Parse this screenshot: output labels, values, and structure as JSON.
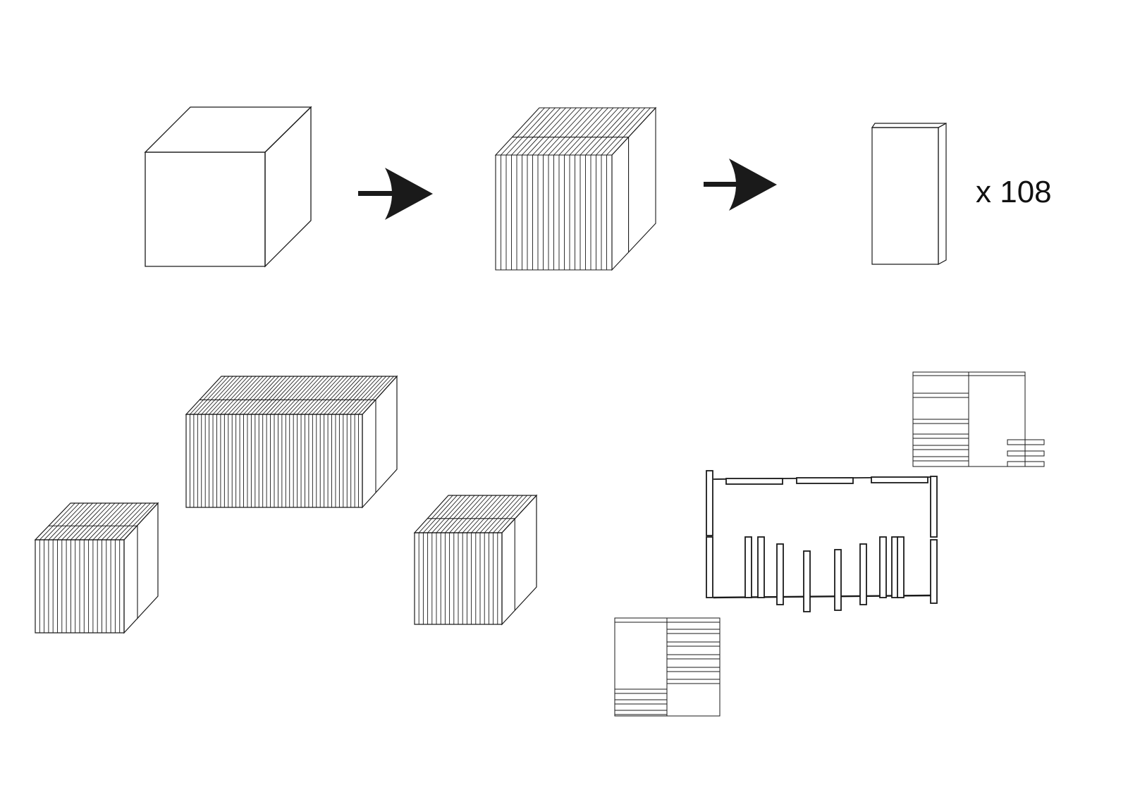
{
  "diagram": {
    "count_label": "x 108",
    "colors": {
      "ink": "#1a1a1a",
      "background": "#ffffff"
    },
    "top_row": [
      {
        "kind": "solid-block"
      },
      {
        "kind": "arrow-icon"
      },
      {
        "kind": "sliced-block"
      },
      {
        "kind": "arrow-icon"
      },
      {
        "kind": "single-slab"
      }
    ],
    "bottom_row": [
      {
        "kind": "stacked-slab-block",
        "position": "left"
      },
      {
        "kind": "stacked-slab-block",
        "position": "center-large"
      },
      {
        "kind": "stacked-slab-block",
        "position": "right"
      },
      {
        "kind": "wall-assembly-plan"
      },
      {
        "kind": "frame-detail",
        "position": "upper-right"
      },
      {
        "kind": "frame-detail",
        "position": "lower-left"
      }
    ]
  }
}
